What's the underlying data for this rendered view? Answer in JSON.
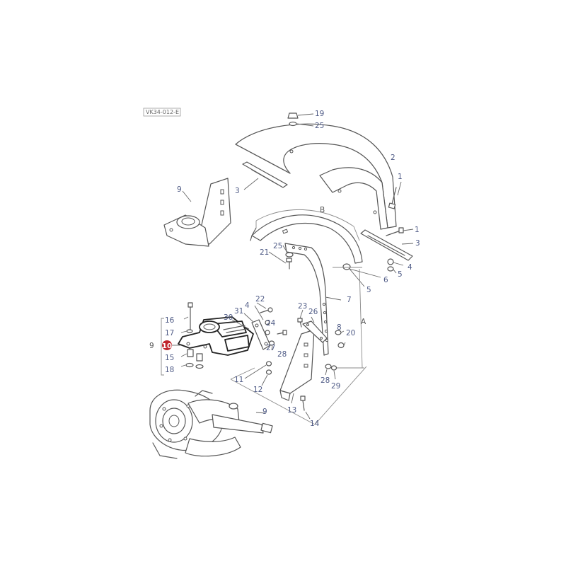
{
  "reference_code": "VK34-012-E",
  "highlighted_part": "10",
  "callouts": {
    "c1a": "1",
    "c1b": "1",
    "c2": "2",
    "c3a": "3",
    "c3b": "3",
    "c4a": "4",
    "c4b": "4",
    "c5a": "5",
    "c5b": "5",
    "c6": "6",
    "c7": "7",
    "c8": "8",
    "c9a": "9",
    "c9b": "9",
    "c9c": "9",
    "c10": "10",
    "c11": "11",
    "c12": "12",
    "c13": "13",
    "c14": "14",
    "c15": "15",
    "c16": "16",
    "c17": "17",
    "c18": "18",
    "c19": "19",
    "c20": "20",
    "c21": "21",
    "c22": "22",
    "c23": "23",
    "c24": "24",
    "c25a": "25",
    "c25b": "25",
    "c26": "26",
    "c27": "27",
    "c28a": "28",
    "c28b": "28",
    "c29": "29",
    "c30": "30",
    "c31": "31",
    "dimA": "A",
    "dimB": "B"
  },
  "colors": {
    "callout": "#4f5b86",
    "highlight": "#c0262d"
  }
}
